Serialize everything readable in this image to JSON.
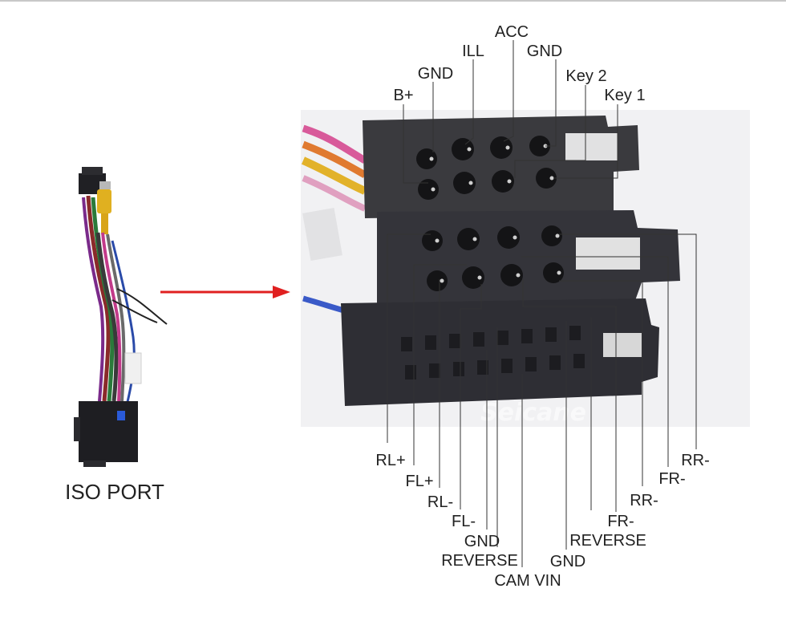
{
  "left_caption": "ISO PORT",
  "watermark": "Seicane",
  "colors": {
    "arrow": "#e02020",
    "connector": "#3a3a3e",
    "connector_dark": "#24242a",
    "leader": "#333333"
  },
  "top_pins": [
    {
      "id": "b-plus",
      "label": "B+"
    },
    {
      "id": "gnd-1",
      "label": "GND"
    },
    {
      "id": "ill",
      "label": "ILL"
    },
    {
      "id": "acc",
      "label": "ACC"
    },
    {
      "id": "gnd-2",
      "label": "GND"
    },
    {
      "id": "key-2",
      "label": "Key 2"
    },
    {
      "id": "key-1",
      "label": "Key 1"
    }
  ],
  "bottom_pins": [
    {
      "id": "rl-plus",
      "label": "RL+"
    },
    {
      "id": "fl-plus",
      "label": "FL+"
    },
    {
      "id": "rl-minus",
      "label": "RL-"
    },
    {
      "id": "fl-minus",
      "label": "FL-"
    },
    {
      "id": "gnd-3",
      "label": "GND"
    },
    {
      "id": "reverse-1",
      "label": "REVERSE"
    },
    {
      "id": "cam-vin",
      "label": "CAM VIN"
    },
    {
      "id": "gnd-4",
      "label": "GND"
    },
    {
      "id": "reverse-2",
      "label": "REVERSE"
    },
    {
      "id": "fr-minus-1",
      "label": "FR-"
    },
    {
      "id": "rr-minus-1",
      "label": "RR-"
    },
    {
      "id": "fr-minus-2",
      "label": "FR-"
    },
    {
      "id": "rr-minus-2",
      "label": "RR-"
    }
  ]
}
